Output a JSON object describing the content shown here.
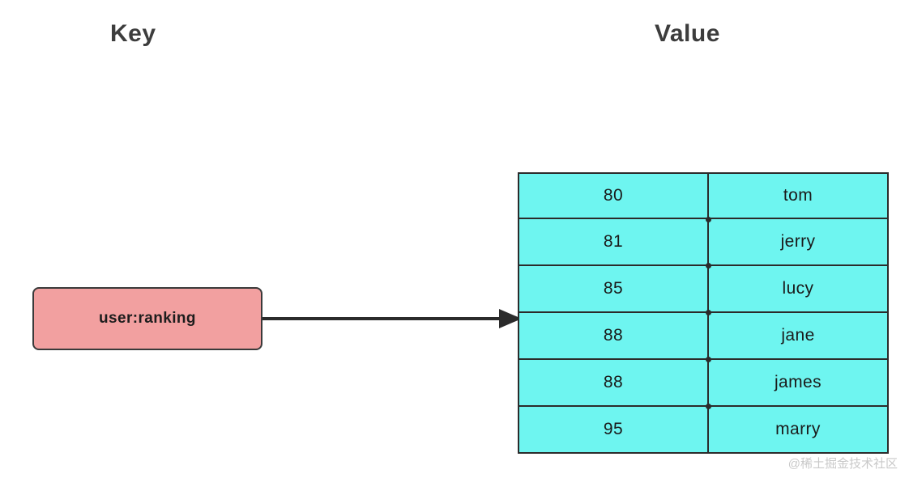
{
  "headings": {
    "key": "Key",
    "value": "Value"
  },
  "key_box": {
    "label": "user:ranking",
    "fill": "#f2a0a0",
    "stroke": "#3a3a3a"
  },
  "arrow": {
    "name": "arrow-right-icon",
    "color": "#2b2b2b"
  },
  "value_table": {
    "fill": "#6ef5f0",
    "stroke": "#2b2b2b",
    "rows": [
      {
        "score": "80",
        "name": "tom"
      },
      {
        "score": "81",
        "name": "jerry"
      },
      {
        "score": "85",
        "name": "lucy"
      },
      {
        "score": "88",
        "name": "jane"
      },
      {
        "score": "88",
        "name": "james"
      },
      {
        "score": "95",
        "name": "marry"
      }
    ]
  },
  "watermark": "@稀土掘金技术社区"
}
